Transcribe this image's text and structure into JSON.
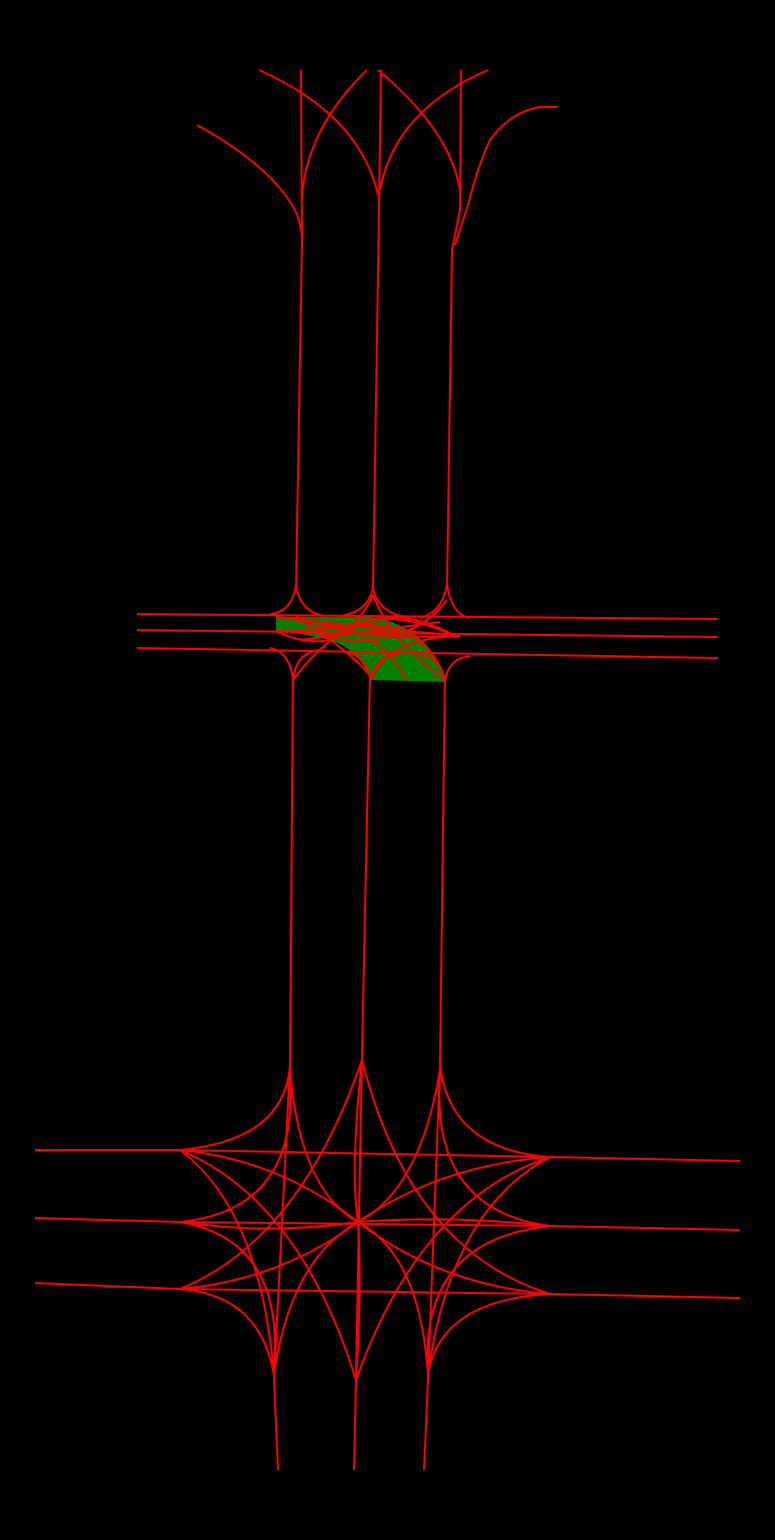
{
  "colors": {
    "background": "#000000",
    "lane": "#ff0000",
    "highlight": "#008000"
  },
  "diagram": {
    "kind": "road-lane-network",
    "intersections": [
      {
        "id": "upper-intersection",
        "approach_lanes_vertical": 3,
        "approach_lanes_horizontal": 3,
        "highlighted_area": true
      },
      {
        "id": "lower-intersection",
        "approach_lanes_vertical": 3,
        "approach_lanes_horizontal": 3,
        "highlighted_area": false
      }
    ],
    "lanes": {
      "vertical_count": 3,
      "horizontal_upper_count": 3,
      "horizontal_lower_count": 3
    },
    "highlighted_region": {
      "color_name": "green",
      "location": "upper-intersection"
    }
  }
}
